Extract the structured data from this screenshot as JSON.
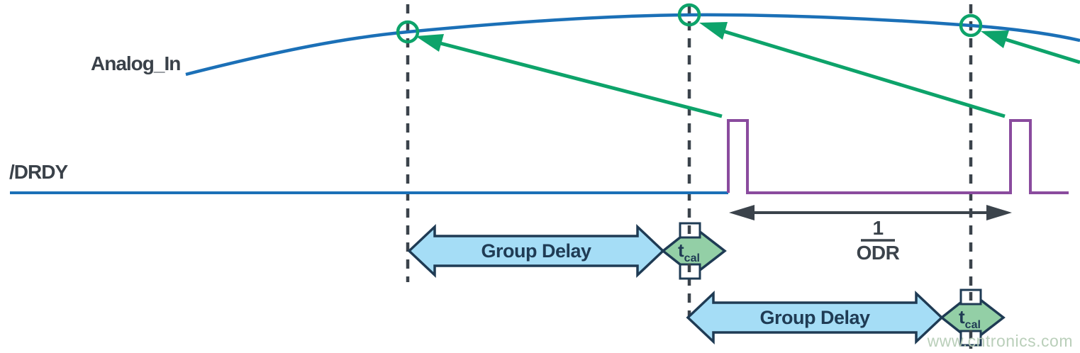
{
  "diagram": {
    "signals": {
      "analog_in_label": "Analog_In",
      "drdy_label": "/DRDY"
    },
    "annotations": {
      "group_delay_label": "Group Delay",
      "tcal_main": "t",
      "tcal_sub": "cal",
      "odr_numerator": "1",
      "odr_denominator": "ODR"
    },
    "watermark_text": "www.cntronics.com",
    "colors": {
      "analog_in_trace": "#1b70b7",
      "drdy_trace": "#8a4b9e",
      "sample_marker_green": "#0da36a",
      "group_delay_fill": "#a5ddf6",
      "tcal_fill": "#93cfa6",
      "shape_outline": "#1f3b54",
      "dimension_dark": "#3b434b",
      "dashed_line": "#3b434b",
      "watermark": "#b7cdb7"
    },
    "icons": {
      "sample_point_marker": "circle-outline-icon",
      "sample_transfer_arrow": "arrow-up-left-icon",
      "odr_span_arrow": "double-headed-arrow-icon",
      "group_delay_shape": "fat-double-arrow-icon",
      "tcal_shape": "diamond-double-arrow-icon"
    }
  }
}
